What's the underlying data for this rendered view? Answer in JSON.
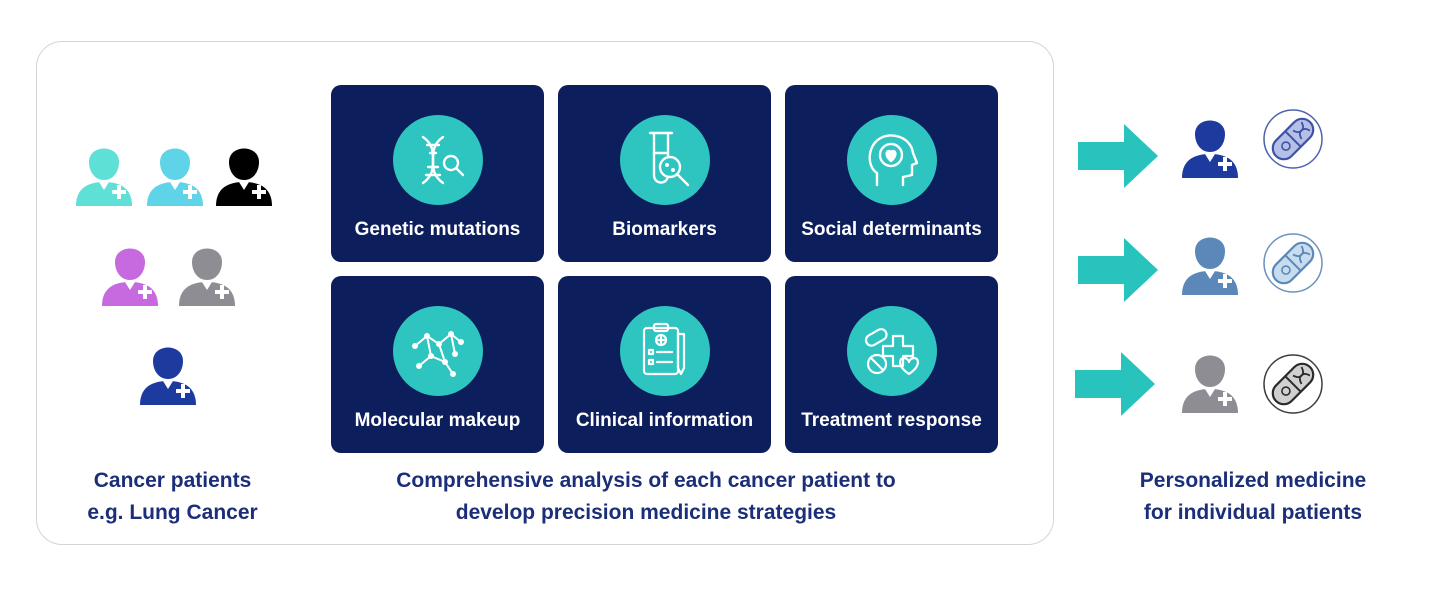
{
  "left_caption": {
    "line1": "Cancer patients",
    "line2": "e.g. Lung Cancer"
  },
  "center_caption": {
    "line1": "Comprehensive analysis of each cancer patient to",
    "line2": "develop precision medicine strategies"
  },
  "right_caption": {
    "line1": "Personalized medicine",
    "line2": "for individual patients"
  },
  "tiles": [
    {
      "label": "Genetic mutations",
      "icon": "dna-search-icon"
    },
    {
      "label": "Biomarkers",
      "icon": "test-tube-magnifier-icon"
    },
    {
      "label": "Social determinants",
      "icon": "head-heart-icon"
    },
    {
      "label": "Molecular makeup",
      "icon": "molecule-network-icon"
    },
    {
      "label": "Clinical information",
      "icon": "clipboard-icon"
    },
    {
      "label": "Treatment response",
      "icon": "pills-heart-icon"
    }
  ],
  "patients": [
    {
      "color": "#5fe0d6"
    },
    {
      "color": "#5fd4e8"
    },
    {
      "color": "#000000"
    },
    {
      "color": "#c76ae0"
    },
    {
      "color": "#8d8d93"
    },
    {
      "color": "#1d3a9e"
    }
  ],
  "outcomes": [
    {
      "patient_color": "#1d3a9e",
      "pill_color": "#3d52a8",
      "pill_bg": "#b6c0e6"
    },
    {
      "patient_color": "#5b88b8",
      "pill_color": "#5b88b8",
      "pill_bg": "#c7dcef"
    },
    {
      "patient_color": "#8d8d93",
      "pill_color": "#2a2a2a",
      "pill_bg": "#d0d0d0"
    }
  ],
  "colors": {
    "tile_bg": "#0d1e5c",
    "icon_circle": "#2ec4c0",
    "arrow": "#28c3bd",
    "caption": "#1b2e7a"
  }
}
